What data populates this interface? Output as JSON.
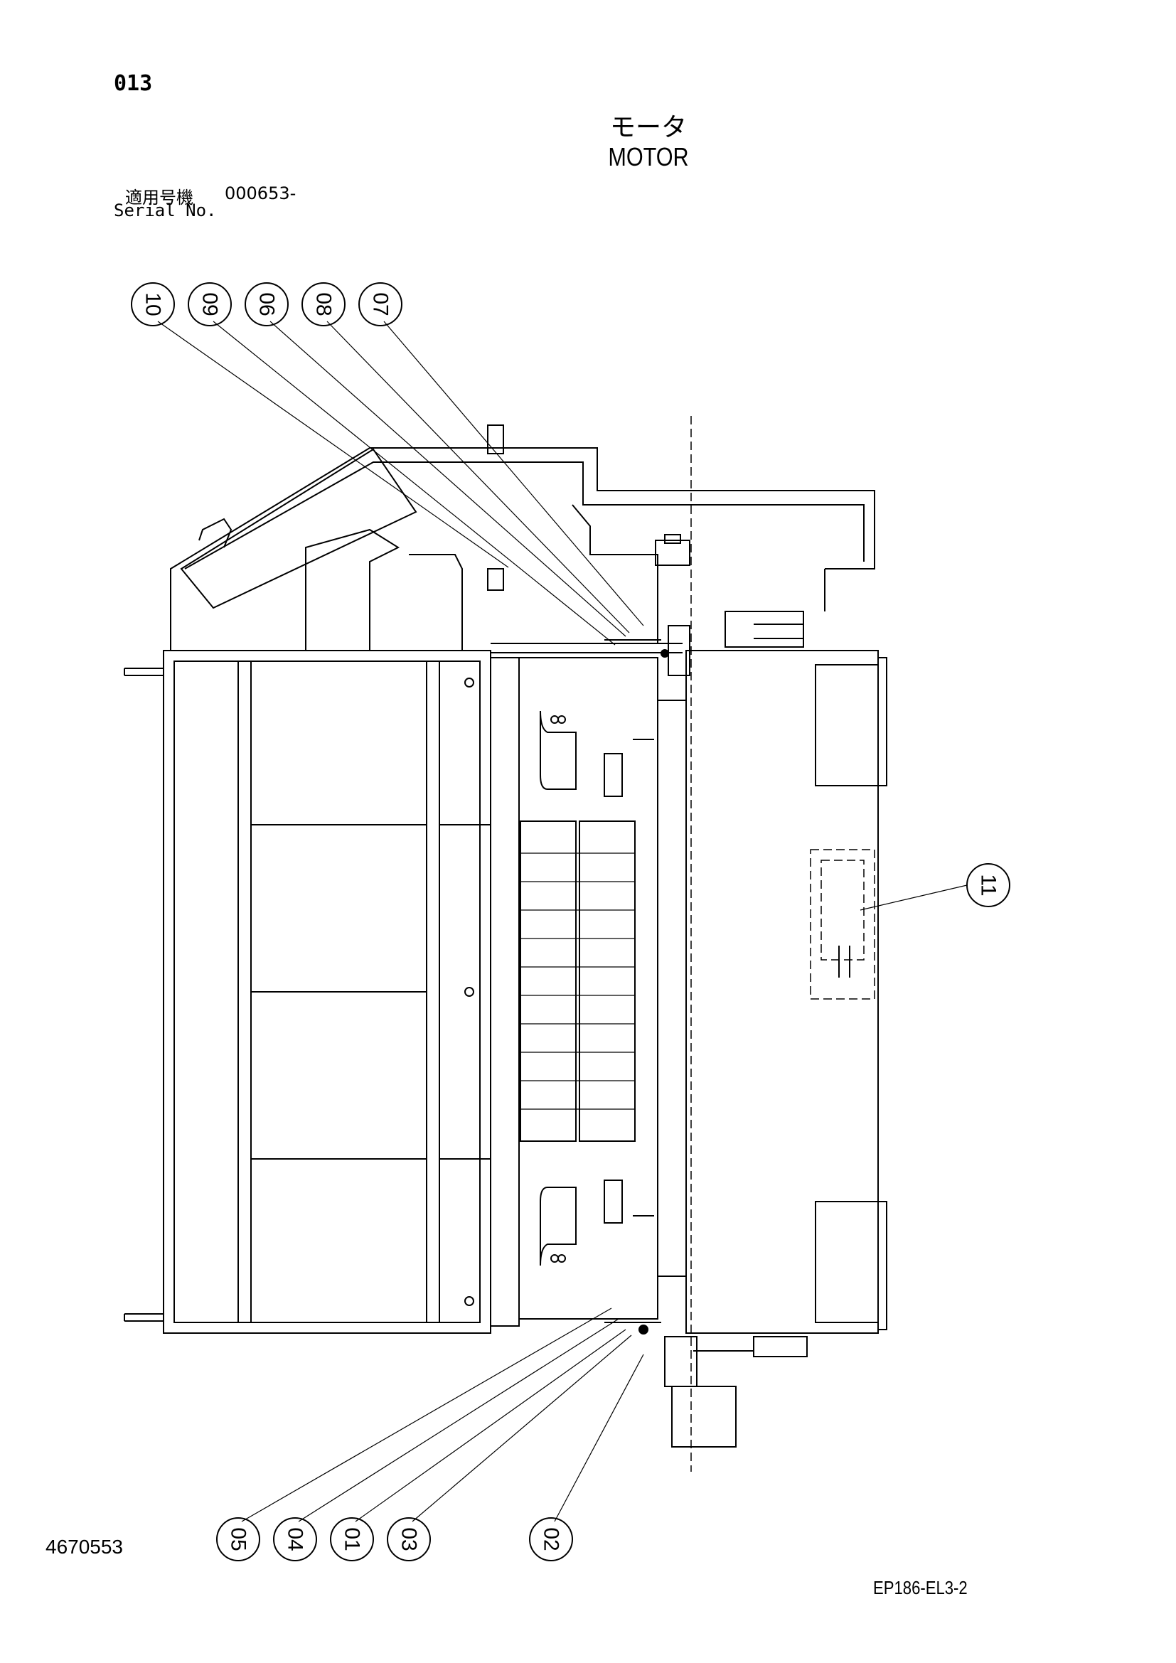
{
  "header": {
    "page_number": "013",
    "title_ja": "モータ",
    "title_en": "MOTOR",
    "serial_label_ja": "適用号機",
    "serial_value": "000653-",
    "serial_label_en": "Serial No."
  },
  "footer": {
    "drawing_number": "4670553",
    "sheet_code": "EP186-EL3-2"
  },
  "callouts": {
    "top": [
      "10",
      "09",
      "06",
      "08",
      "07"
    ],
    "right": [
      "11"
    ],
    "bottom": [
      "05",
      "04",
      "01",
      "03",
      "02"
    ]
  }
}
